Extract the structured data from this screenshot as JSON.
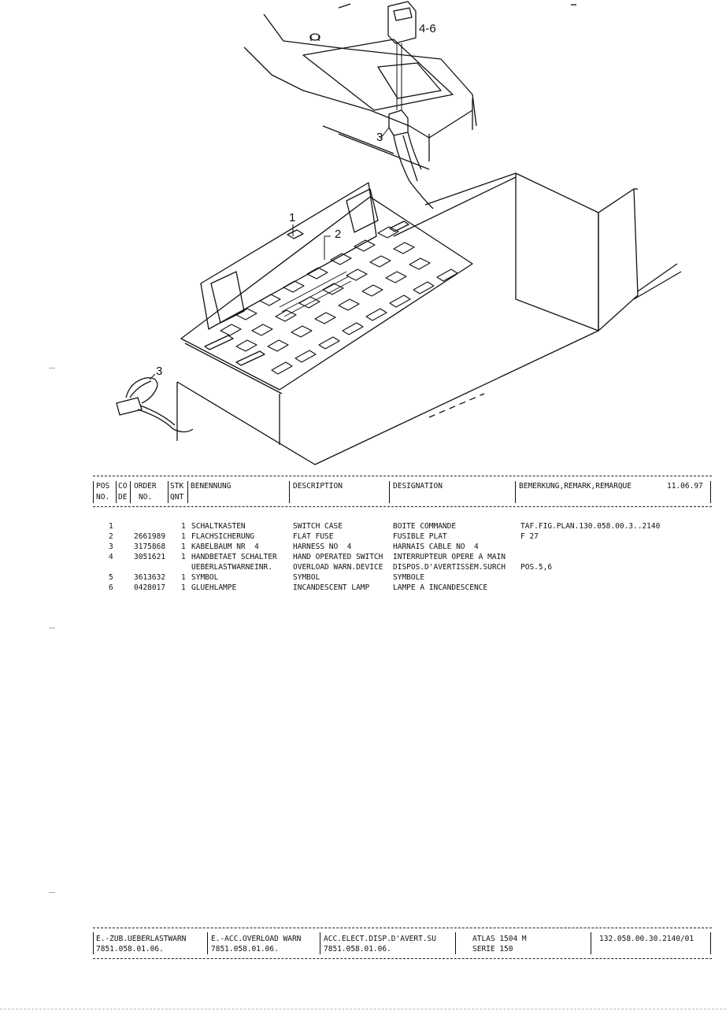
{
  "callouts": {
    "c46": "4-6",
    "c3_top": "3",
    "c1": "1",
    "c2": "2",
    "c3_bottom": "3"
  },
  "header": {
    "pos": "POS",
    "no": "NO.",
    "co": "CO",
    "de": "DE",
    "order": "ORDER",
    "order_no": "NO.",
    "stk": "STK",
    "qnt": "QNT",
    "benennung": "BENENNUNG",
    "description": "DESCRIPTION",
    "designation": "DESIGNATION",
    "remark": "BEMERKUNG,REMARK,REMARQUE",
    "date": "11.06.97"
  },
  "rows": [
    {
      "pos": "1",
      "order": "",
      "qty": "1",
      "benennung": "SCHALTKASTEN",
      "description": "SWITCH CASE",
      "designation": "BOITE COMMANDE",
      "remark": "TAF.FIG.PLAN.130.058.00.3..2140"
    },
    {
      "pos": "2",
      "order": "2661989",
      "qty": "1",
      "benennung": "FLACHSICHERUNG",
      "description": "FLAT FUSE",
      "designation": "FUSIBLE PLAT",
      "remark": "F 27"
    },
    {
      "pos": "3",
      "order": "3175868",
      "qty": "1",
      "benennung": "KABELBAUM NR  4",
      "description": "HARNESS NO  4",
      "designation": "HARNAIS CABLE NO  4",
      "remark": ""
    },
    {
      "pos": "4",
      "order": "3051621",
      "qty": "1",
      "benennung": "HANDBETAET SCHALTER",
      "description": "HAND OPERATED SWITCH",
      "designation": "INTERRUPTEUR OPERE A MAIN",
      "remark": ""
    },
    {
      "pos": "",
      "order": "",
      "qty": "",
      "benennung": "UEBERLASTWARNEINR.",
      "description": "OVERLOAD WARN.DEVICE",
      "designation": "DISPOS.D'AVERTISSEM.SURCH",
      "remark": "POS.5,6"
    },
    {
      "pos": "5",
      "order": "3613632",
      "qty": "1",
      "benennung": "SYMBOL",
      "description": "SYMBOL",
      "designation": "SYMBOLE",
      "remark": ""
    },
    {
      "pos": "6",
      "order": "0428017",
      "qty": "1",
      "benennung": "GLUEHLAMPE",
      "description": "INCANDESCENT LAMP",
      "designation": "LAMPE A INCANDESCENCE",
      "remark": ""
    }
  ],
  "footer": {
    "a1": "E.-ZUB.UEBERLASTWARN",
    "a2": "7851.058.01.06.",
    "b1": "E.-ACC.OVERLOAD WARN",
    "b2": "7851.058.01.06.",
    "c1": "ACC.ELECT.DISP.D'AVERT.SU",
    "c2": "7851.058.01.06.",
    "d1": "ATLAS 1504 M",
    "d2": "SERIE 150",
    "e1": "132.058.00.30.2140/01"
  }
}
